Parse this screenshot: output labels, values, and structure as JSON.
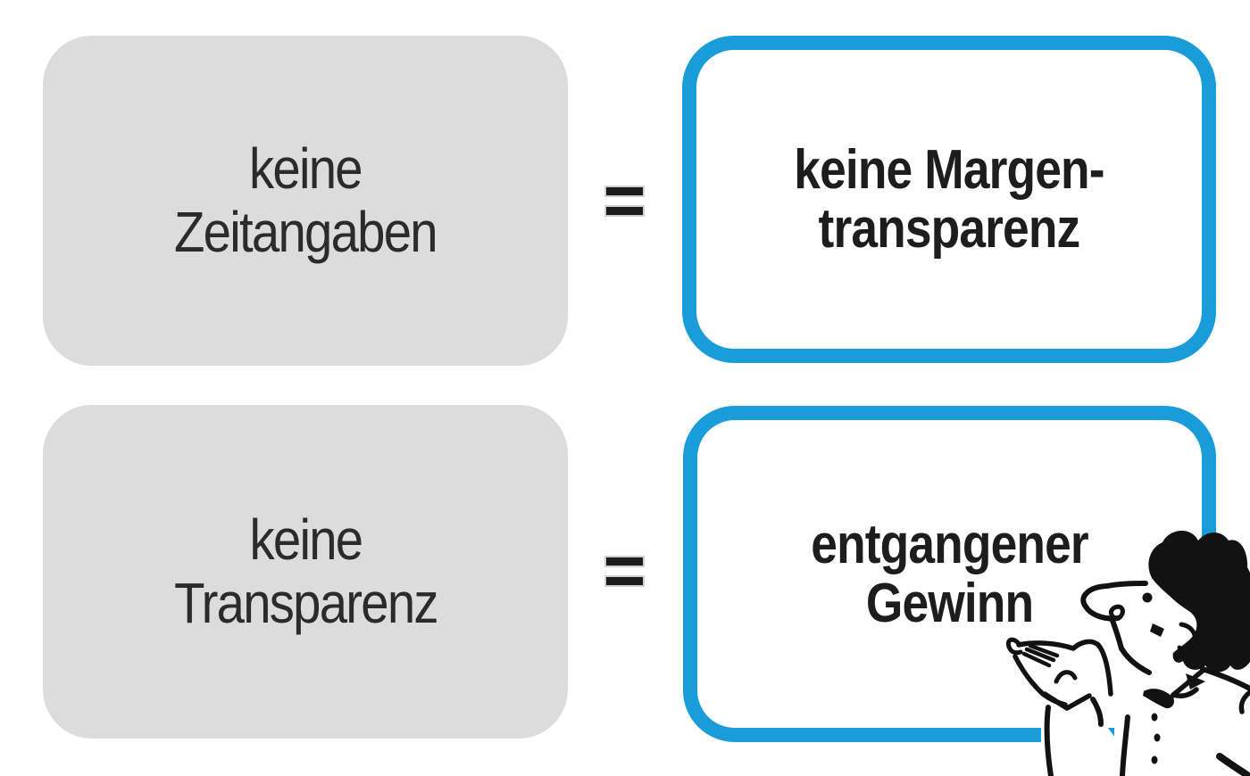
{
  "title": "Transparenz-Gleichung Infografik",
  "colors": {
    "accent_blue": "#199CD8",
    "box_gray": "#DCDCDC",
    "text_regular": "#2b2b2b",
    "text_bold": "#1d1d1d",
    "equals_bar": "#1b1b1b",
    "equals_outline": "#cfcfcf",
    "doodle_ink": "#121212"
  },
  "rows": [
    {
      "left_line1": "keine",
      "left_line2": "Zeitangaben",
      "operator": "=",
      "right_line1": "keine Margen-",
      "right_line2": "transparenz"
    },
    {
      "left_line1": "keine",
      "left_line2": "Transparenz",
      "operator": "=",
      "right_line1": "entgangener",
      "right_line2": "Gewinn"
    }
  ],
  "illustration": {
    "name": "pondering-person-doodle"
  }
}
